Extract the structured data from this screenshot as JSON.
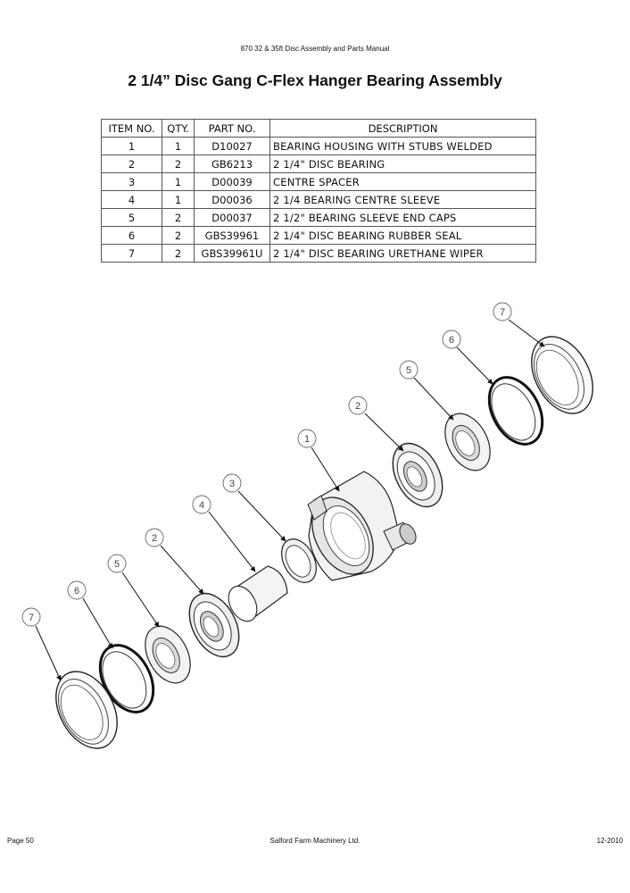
{
  "header": {
    "text": "870 32 & 35ft Disc Assembly and Parts Manual"
  },
  "title": "2 1/4” Disc Gang C-Flex Hanger Bearing Assembly",
  "table": {
    "headers": [
      "ITEM NO.",
      "QTY.",
      "PART NO.",
      "DESCRIPTION"
    ],
    "rows": [
      [
        "1",
        "1",
        "D10027",
        "BEARING HOUSING WITH STUBS WELDED"
      ],
      [
        "2",
        "2",
        "GB6213",
        "2 1/4\" DISC BEARING"
      ],
      [
        "3",
        "1",
        "D00039",
        "CENTRE SPACER"
      ],
      [
        "4",
        "1",
        "D00036",
        "2 1/4 BEARING CENTRE SLEEVE"
      ],
      [
        "5",
        "2",
        "D00037",
        "2 1/2\" BEARING SLEEVE END CAPS"
      ],
      [
        "6",
        "2",
        "GBS39961",
        "2 1/4\" DISC BEARING RUBBER SEAL"
      ],
      [
        "7",
        "2",
        "GBS39961U",
        "2 1/4\" DISC BEARING URETHANE WIPER"
      ]
    ]
  },
  "diagram": {
    "callouts": [
      "7",
      "6",
      "5",
      "2",
      "1",
      "3",
      "4",
      "2",
      "5",
      "6",
      "7"
    ]
  },
  "footer": {
    "left": "Page 50",
    "center": "Salford Farm Machinery Ltd.",
    "right": "12-2010"
  }
}
